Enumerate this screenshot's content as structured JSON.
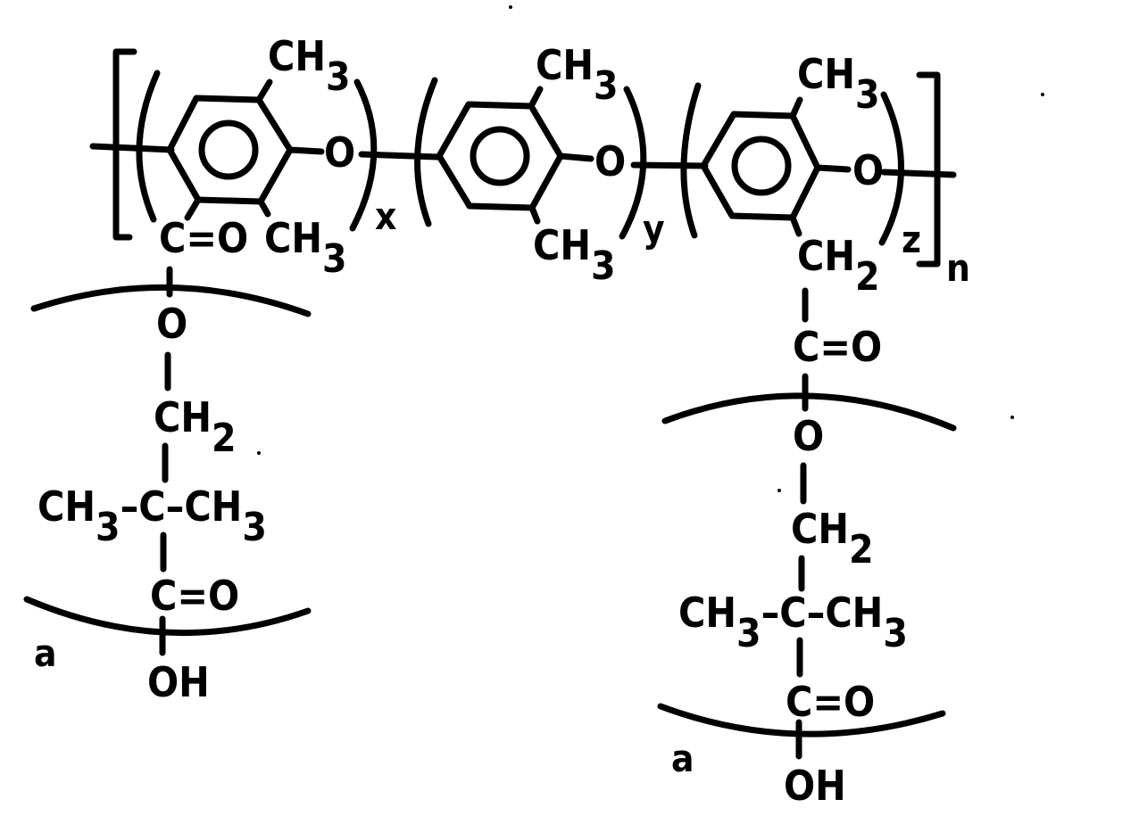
{
  "figure": {
    "type": "chemical-structure",
    "description": "Repeating polymer unit of three substituted phenylene ether segments with subscripts x, y, z, enclosed in brackets with subscript n; two pendant side chains each repeated a times",
    "colors": {
      "ink": "#000000",
      "background": "#ffffff"
    }
  },
  "backbone": {
    "unit_x": {
      "top_substituent": {
        "main": "CH",
        "sub": "3"
      },
      "bottom_substituent": "C=O",
      "bottom_methyl": {
        "main": "CH",
        "sub": "3"
      },
      "ether_oxygen": "O",
      "subscript": "x"
    },
    "unit_y": {
      "top_substituent": {
        "main": "CH",
        "sub": "3"
      },
      "bottom_substituent": {
        "main": "CH",
        "sub": "3"
      },
      "ether_oxygen": "O",
      "subscript": "y"
    },
    "unit_z": {
      "top_substituent": {
        "main": "CH",
        "sub": "3"
      },
      "bottom_substituent": {
        "main": "CH",
        "sub": "2"
      },
      "ether_oxygen": "O",
      "subscript": "z"
    },
    "repeat_subscript": "n"
  },
  "side_chain_left": {
    "oxygen": "O",
    "methylene": {
      "main": "CH",
      "sub": "2"
    },
    "left_methyl": {
      "main": "CH",
      "sub": "3"
    },
    "dash1": "–",
    "quaternary_carbon": "C",
    "dash2": "–",
    "right_methyl": {
      "main": "CH",
      "sub": "3"
    },
    "carbonyl": "C=O",
    "terminal": "OH",
    "repeat_subscript": "a"
  },
  "side_chain_right": {
    "carbonyl_top": "C=O",
    "oxygen": "O",
    "methylene": {
      "main": "CH",
      "sub": "2"
    },
    "left_methyl": {
      "main": "CH",
      "sub": "3"
    },
    "dash1": "–",
    "quaternary_carbon": "C",
    "dash2": "–",
    "right_methyl": {
      "main": "CH",
      "sub": "3"
    },
    "carbonyl": "C=O",
    "terminal": "OH",
    "repeat_subscript": "a"
  }
}
